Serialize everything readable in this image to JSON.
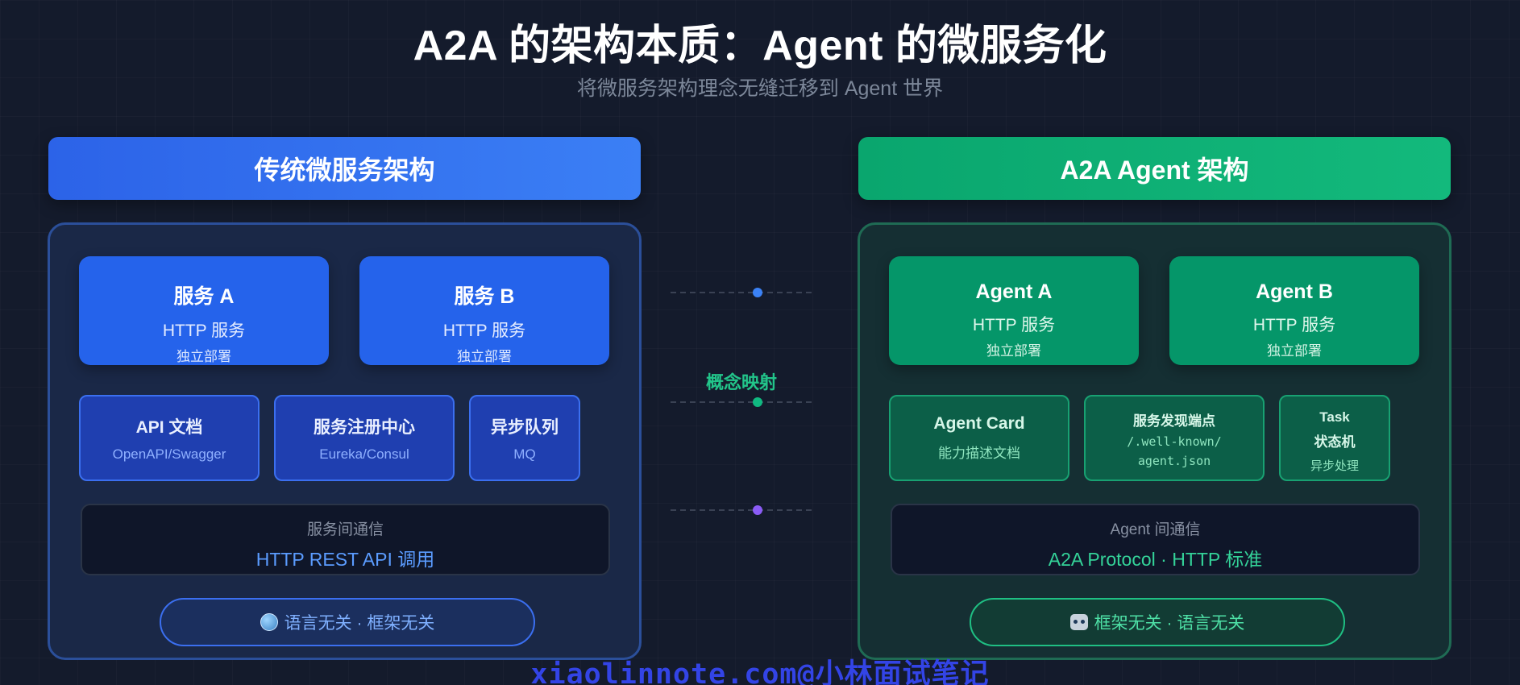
{
  "title": "A2A 的架构本质：Agent 的微服务化",
  "subtitle": "将微服务架构理念无缝迁移到 Agent 世界",
  "left": {
    "header": "传统微服务架构",
    "services": [
      {
        "name": "服务 A",
        "kind": "HTTP 服务",
        "deploy": "独立部署"
      },
      {
        "name": "服务 B",
        "kind": "HTTP 服务",
        "deploy": "独立部署"
      }
    ],
    "components": [
      {
        "name": "API 文档",
        "desc": "OpenAPI/Swagger"
      },
      {
        "name": "服务注册中心",
        "desc": "Eureka/Consul"
      },
      {
        "name": "异步队列",
        "desc": "MQ"
      }
    ],
    "comm": {
      "label": "服务间通信",
      "value": "HTTP REST API 调用"
    },
    "pill": {
      "icon": "globe-icon",
      "text": "语言无关 · 框架无关"
    }
  },
  "right": {
    "header": "A2A Agent 架构",
    "services": [
      {
        "name": "Agent A",
        "kind": "HTTP 服务",
        "deploy": "独立部署"
      },
      {
        "name": "Agent B",
        "kind": "HTTP 服务",
        "deploy": "独立部署"
      }
    ],
    "components": [
      {
        "name": "Agent Card",
        "desc": "能力描述文档"
      },
      {
        "name": "服务发现端点",
        "desc_line1": "/.well-known/",
        "desc_line2": "agent.json"
      },
      {
        "name_line1": "Task",
        "name_line2": "状态机",
        "desc": "异步处理"
      }
    ],
    "comm": {
      "label": "Agent 间通信",
      "value": "A2A Protocol · HTTP 标准"
    },
    "pill": {
      "icon": "robot-icon",
      "text": "框架无关 · 语言无关"
    }
  },
  "mapping_label": "概念映射",
  "connector_colors": [
    "#3b82f6",
    "#10b981",
    "#8b5cf6"
  ],
  "watermark": "xiaolinnote.com@小林面试笔记"
}
